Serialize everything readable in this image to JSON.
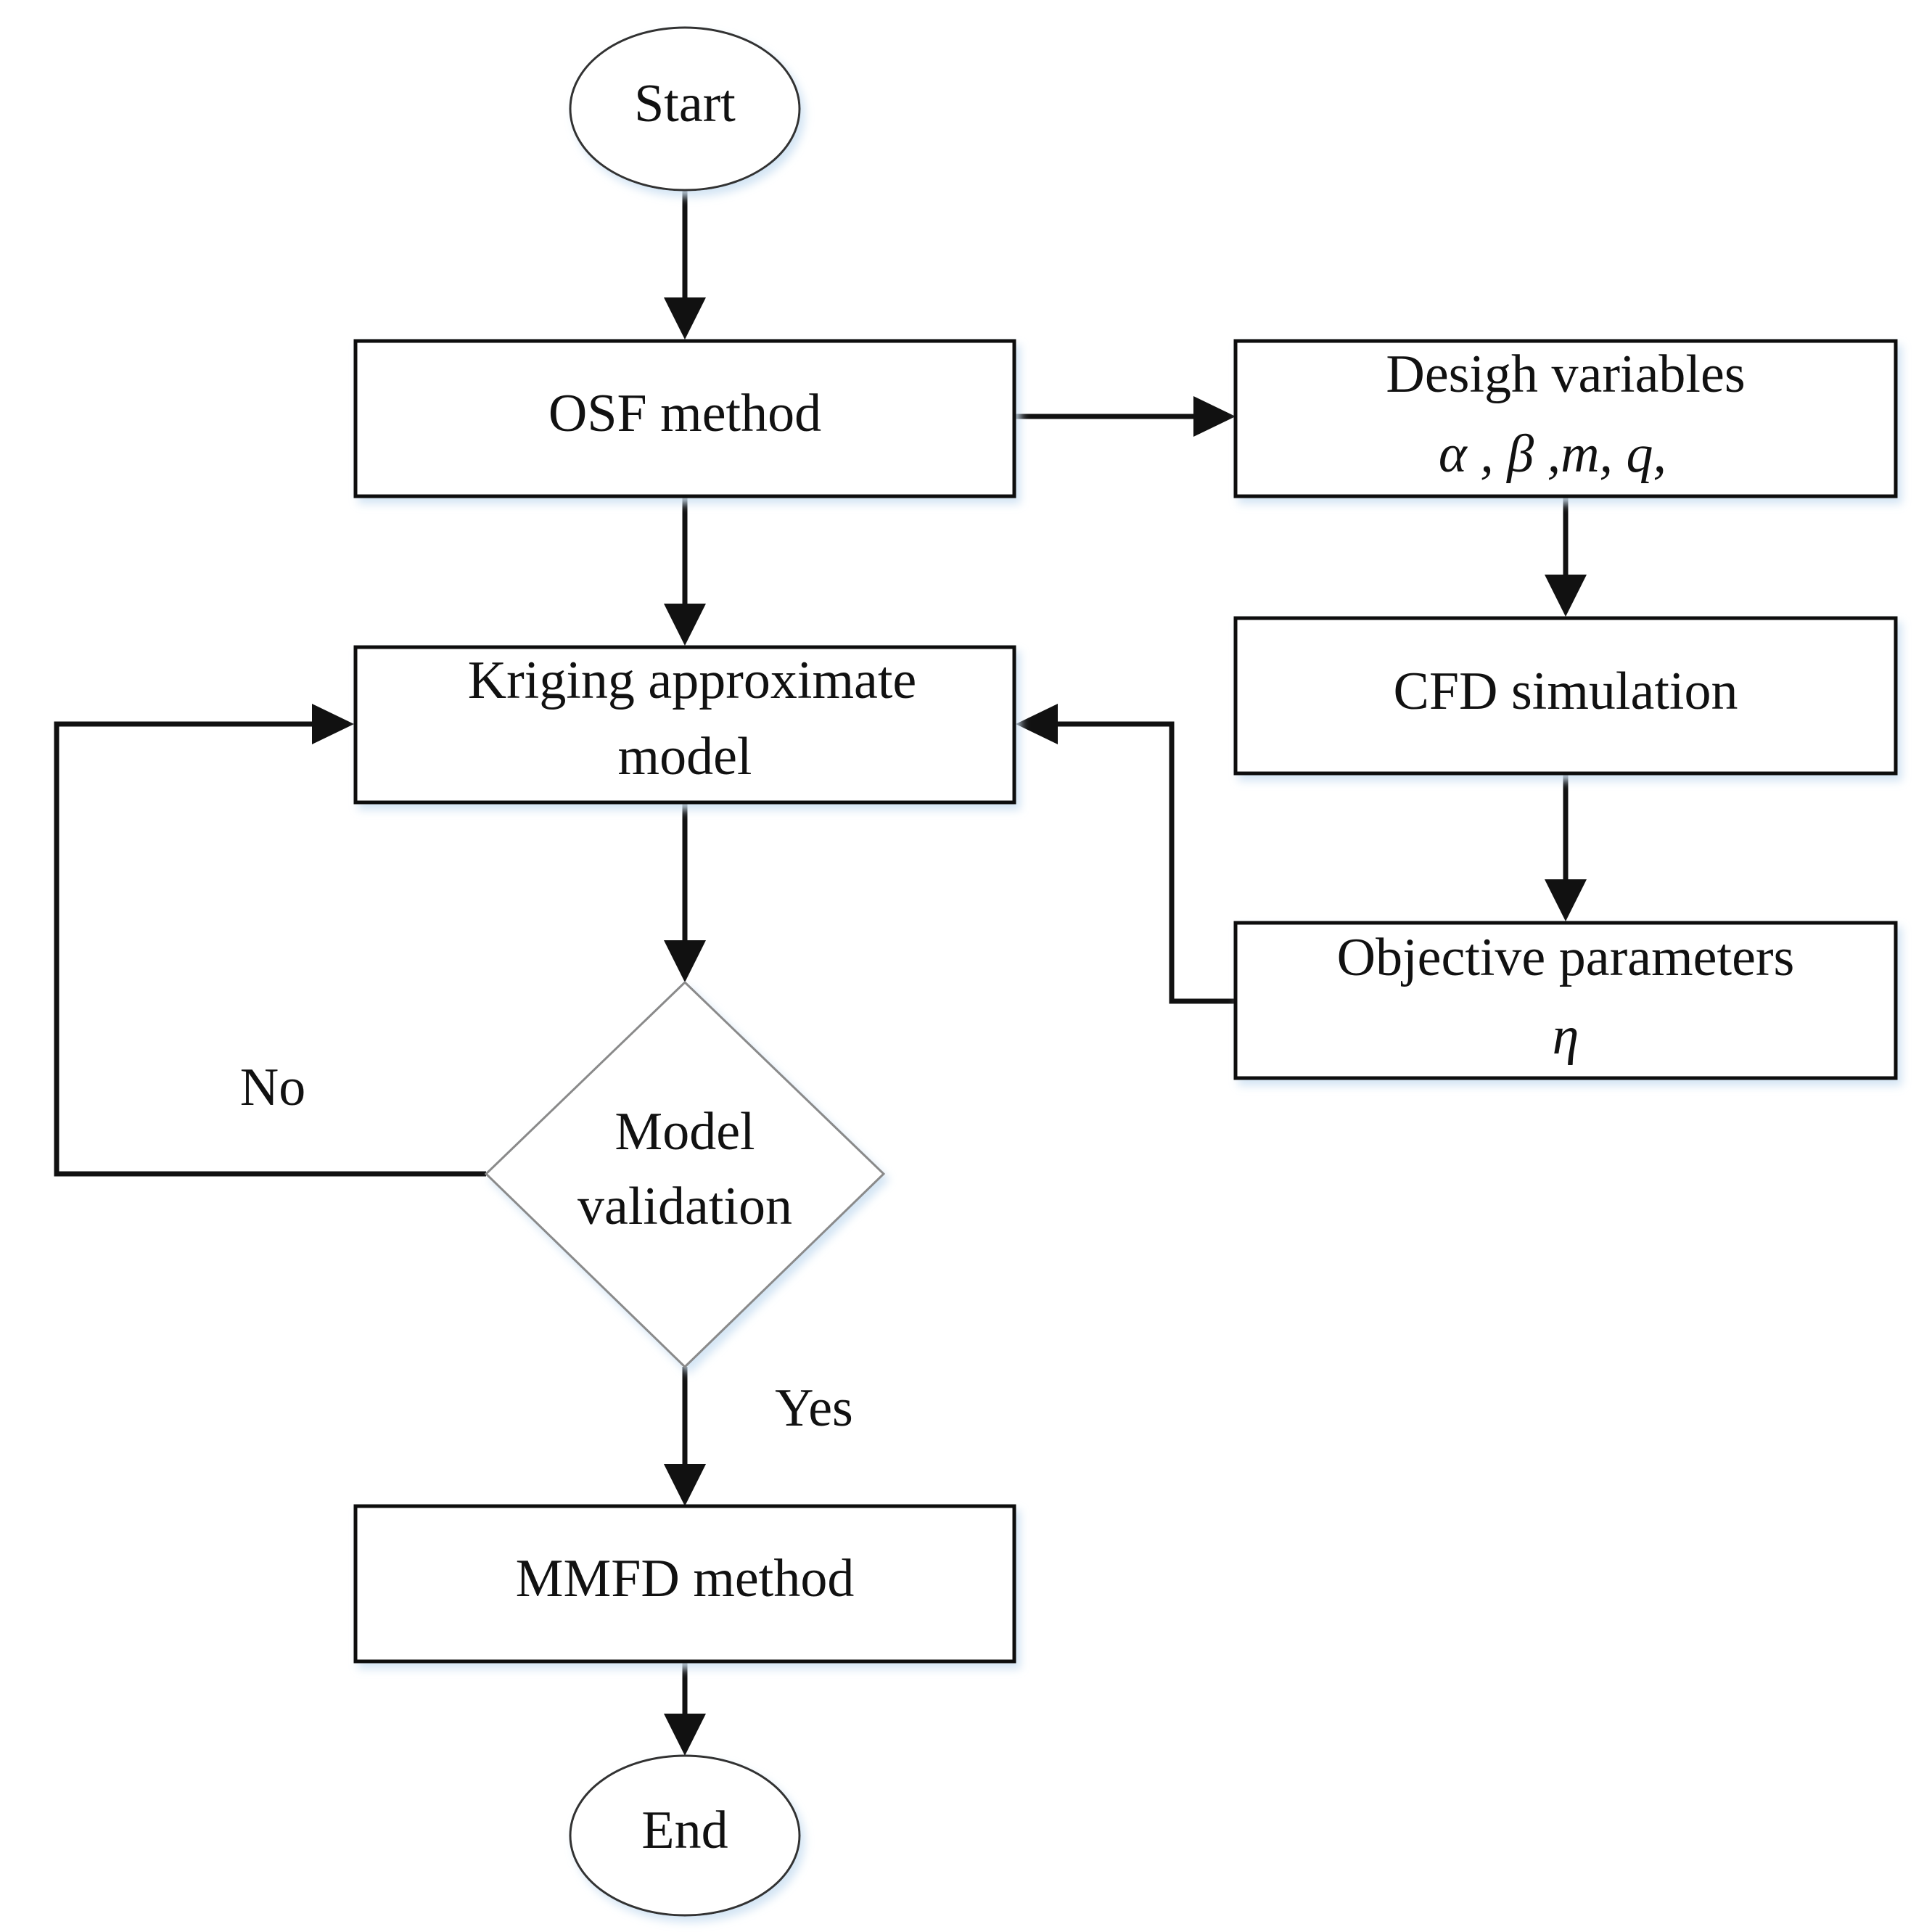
{
  "flowchart": {
    "start": "Start",
    "osf_method": "OSF method",
    "design_variables": {
      "title": "Desigh variables",
      "symbols": "α , β ,m, q,"
    },
    "kriging_model": {
      "line1": "Kriging approximate",
      "line2": "model"
    },
    "cfd_simulation": "CFD simulation",
    "objective_parameters": {
      "title": "Objective parameters",
      "symbol": "η"
    },
    "model_validation": {
      "line1": "Model",
      "line2": "validation"
    },
    "branch_no": "No",
    "branch_yes": "Yes",
    "mmfd_method": "MMFD method",
    "end": "End"
  },
  "colors": {
    "line": "#111111",
    "decision_border": "#8a8a8a",
    "shadow_glow": "#d9e8f5"
  }
}
